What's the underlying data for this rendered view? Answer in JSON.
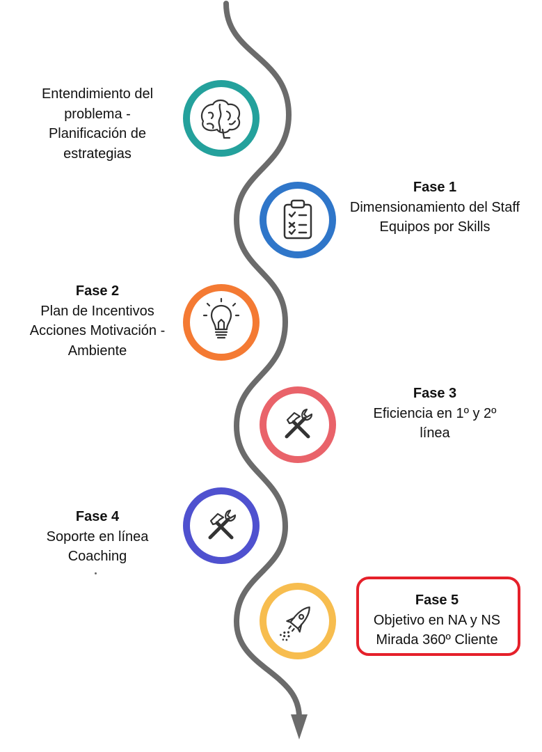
{
  "colors": {
    "path": "#6b6b6b",
    "circle_intro": "#24a19c",
    "circle_fase1": "#2f76c9",
    "circle_fase2": "#f47a33",
    "circle_fase3": "#e9636a",
    "circle_fase4": "#4f51cf",
    "circle_fase5": "#f7bd4f",
    "highlight": "#e5202a"
  },
  "steps": [
    {
      "id": "intro",
      "icon": "brain-icon",
      "title": "",
      "lines": [
        "Entendimiento del",
        "problema -",
        "Planificación de",
        "estrategias"
      ]
    },
    {
      "id": "fase1",
      "icon": "clipboard-checklist-icon",
      "title": "Fase 1",
      "lines": [
        "Dimensionamiento del Staff",
        "Equipos por Skills"
      ]
    },
    {
      "id": "fase2",
      "icon": "lightbulb-icon",
      "title": "Fase 2",
      "lines": [
        "Plan de Incentivos",
        "Acciones Motivación -",
        "Ambiente"
      ]
    },
    {
      "id": "fase3",
      "icon": "hammer-wrench-icon",
      "title": "Fase 3",
      "lines": [
        "Eficiencia en 1º y 2º",
        "línea"
      ]
    },
    {
      "id": "fase4",
      "icon": "hammer-wrench-icon",
      "title": "Fase 4",
      "lines": [
        "Soporte en línea",
        "Coaching"
      ]
    },
    {
      "id": "fase5",
      "icon": "rocket-icon",
      "title": "Fase 5",
      "lines": [
        "Objetivo en NA y NS",
        "Mirada 360º Cliente"
      ]
    }
  ]
}
